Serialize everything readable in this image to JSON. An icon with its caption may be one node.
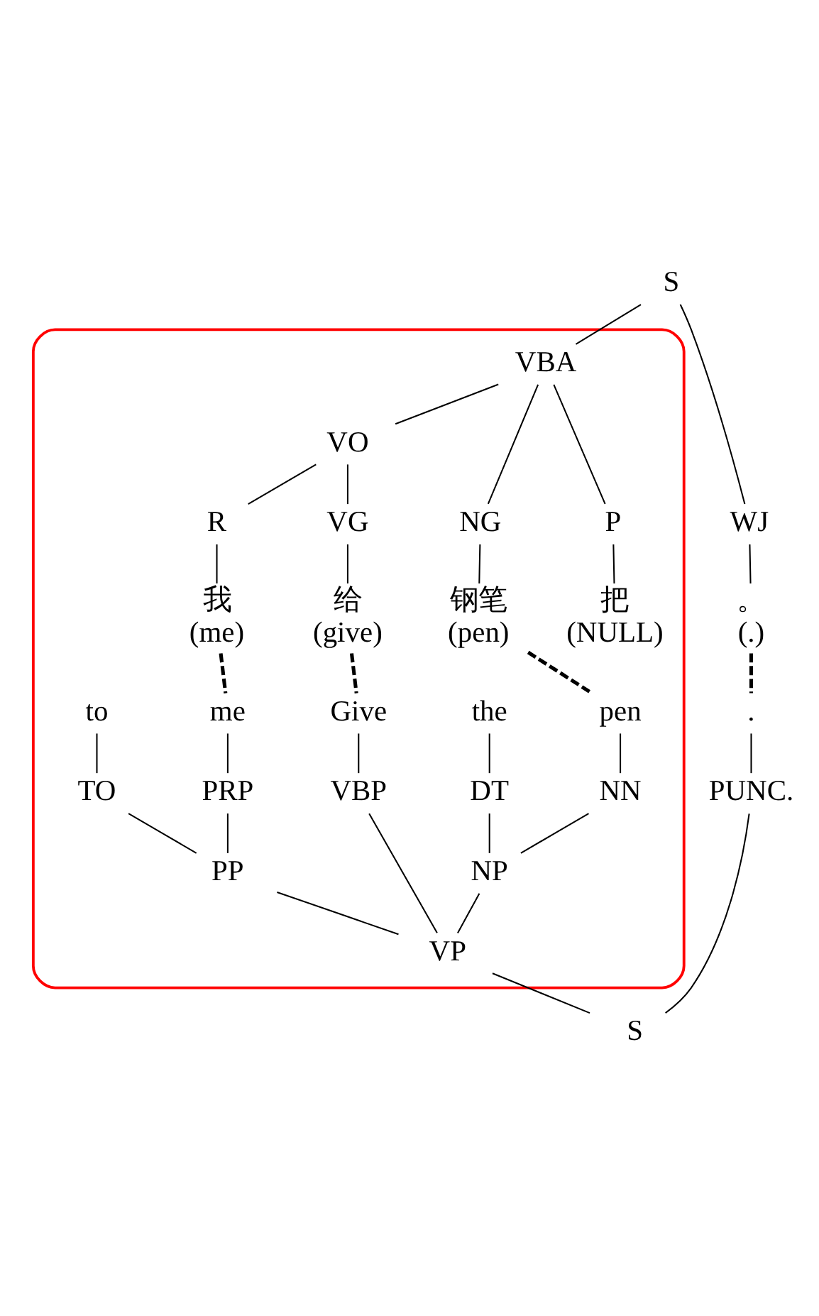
{
  "diagram": {
    "nodes": [
      {
        "text": [
          "S"
        ]
      },
      {
        "text": [],
        "shape": "cloud"
      },
      {
        "text": [
          "VBA"
        ],
        "in": 1
      },
      {
        "text": [
          "VO"
        ],
        "in": 1
      },
      {
        "text": [
          "P"
        ],
        "in": 1
      },
      {
        "text": [
          "NG"
        ],
        "in": 1
      },
      {
        "text": [
          "VG"
        ],
        "in": 1
      },
      {
        "text": [
          "R"
        ],
        "in": 1
      },
      {
        "text": [
          "WJ"
        ]
      },
      {
        "text": [
          "把",
          "(NULL)"
        ],
        "in": 1
      },
      {
        "text": [
          "钢笔",
          "(pen)"
        ],
        "in": 1
      },
      {
        "text": [
          "给",
          "(give)"
        ],
        "in": 1
      },
      {
        "text": [
          "我",
          "(me)"
        ],
        "in": 1
      },
      {
        "text": [
          "。",
          "(.)"
        ]
      },
      {
        "text": [
          "Give"
        ],
        "in": 1
      },
      {
        "text": [
          "the"
        ],
        "in": 1
      },
      {
        "text": [
          "pen"
        ],
        "in": 1
      },
      {
        "text": [
          "to"
        ],
        "in": 1
      },
      {
        "text": [
          "me"
        ],
        "in": 1
      },
      {
        "text": [
          "."
        ]
      },
      {
        "text": [
          "VBP"
        ],
        "in": 1
      },
      {
        "text": [
          "DT"
        ],
        "in": 1
      },
      {
        "text": [
          "NN"
        ],
        "in": 1
      },
      {
        "text": [
          "TO"
        ],
        "in": 1
      },
      {
        "text": [
          "PRP"
        ],
        "in": 1
      },
      {
        "text": [
          "PUNC."
        ]
      },
      {
        "text": [
          "NP"
        ],
        "in": 1
      },
      {
        "text": [
          "PP"
        ],
        "in": 1
      },
      {
        "text": [
          "VP"
        ],
        "in": 1
      },
      {
        "text": [
          "S"
        ]
      }
    ],
    "edges": [
      {
        "from": 0,
        "to": 2,
        "arrow": "none"
      },
      {
        "from": 0,
        "to": 8,
        "arrow": "none"
      },
      {
        "from": 2,
        "to": 4,
        "arrow": "none"
      },
      {
        "from": 2,
        "to": 5,
        "arrow": "none"
      },
      {
        "from": 2,
        "to": 3,
        "arrow": "none"
      },
      {
        "from": 3,
        "to": 6,
        "arrow": "none"
      },
      {
        "from": 3,
        "to": 7,
        "arrow": "none"
      },
      {
        "from": 4,
        "to": 9,
        "arrow": "none"
      },
      {
        "from": 5,
        "to": 10,
        "arrow": "none"
      },
      {
        "from": 6,
        "to": 11,
        "arrow": "none"
      },
      {
        "from": 7,
        "to": 12,
        "arrow": "none"
      },
      {
        "from": 8,
        "to": 13,
        "arrow": "none"
      },
      {
        "from": 11,
        "to": 14,
        "arrow": "none",
        "style": "dashed"
      },
      {
        "from": 10,
        "to": 16,
        "arrow": "none",
        "style": "dashed"
      },
      {
        "from": 12,
        "to": 18,
        "arrow": "none",
        "style": "dashed"
      },
      {
        "from": 13,
        "to": 19,
        "arrow": "none",
        "style": "dashed"
      },
      {
        "from": 14,
        "to": 20,
        "arrow": "none"
      },
      {
        "from": 15,
        "to": 21,
        "arrow": "none"
      },
      {
        "from": 16,
        "to": 22,
        "arrow": "none"
      },
      {
        "from": 17,
        "to": 23,
        "arrow": "none"
      },
      {
        "from": 18,
        "to": 24,
        "arrow": "none"
      },
      {
        "from": 19,
        "to": 25,
        "arrow": "none"
      },
      {
        "from": 20,
        "to": 28,
        "arrow": "none"
      },
      {
        "from": 21,
        "to": 26,
        "arrow": "none"
      },
      {
        "from": 22,
        "to": 26,
        "arrow": "none"
      },
      {
        "from": 23,
        "to": 27,
        "arrow": "none"
      },
      {
        "from": 24,
        "to": 27,
        "arrow": "none"
      },
      {
        "from": 26,
        "to": 28,
        "arrow": "none"
      },
      {
        "from": 27,
        "to": 28,
        "arrow": "none"
      },
      {
        "from": 28,
        "to": 29,
        "arrow": "none"
      },
      {
        "from": 25,
        "to": 29,
        "arrow": "none"
      }
    ]
  }
}
